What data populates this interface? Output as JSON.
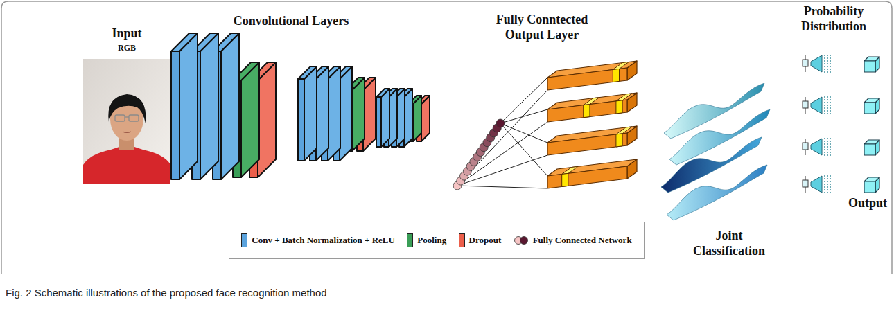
{
  "diagram": {
    "caption": "Fig. 2 Schematic illustrations of the proposed face recognition method",
    "labels": [
      "Input",
      "RGB",
      "Convolutional Layers",
      "Fully Conntected Output Layer",
      "Probability Distribution",
      "Joint Classification",
      "Output"
    ],
    "legend": [
      {
        "text": "Conv + Batch Normalization + ReLU",
        "color": "#5ba3dd"
      },
      {
        "text": "Pooling",
        "color": "#3a9e57"
      },
      {
        "text": "Dropout",
        "color": "#ec5f4b"
      },
      {
        "text": "Fully Connected Network"
      }
    ]
  }
}
